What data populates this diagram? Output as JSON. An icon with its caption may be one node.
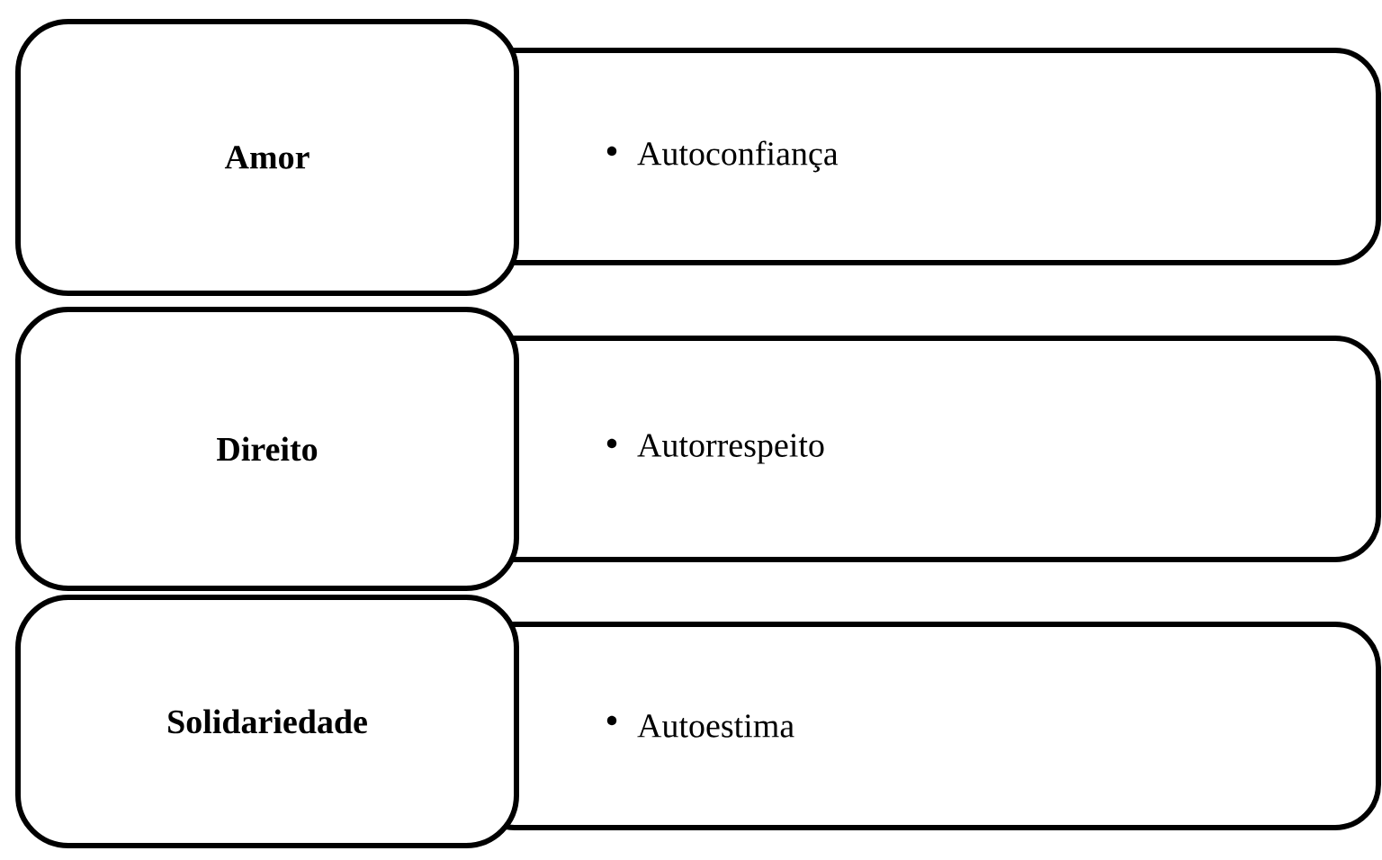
{
  "diagram": {
    "nodes": [
      {
        "text": [
          "Amor"
        ]
      },
      {
        "text": [
          "Autoconfiança"
        ]
      },
      {
        "text": [
          "Direito"
        ]
      },
      {
        "text": [
          "Autorrespeito"
        ]
      },
      {
        "text": [
          "Solidariedade"
        ]
      },
      {
        "text": [
          "Autoestima"
        ]
      }
    ]
  }
}
